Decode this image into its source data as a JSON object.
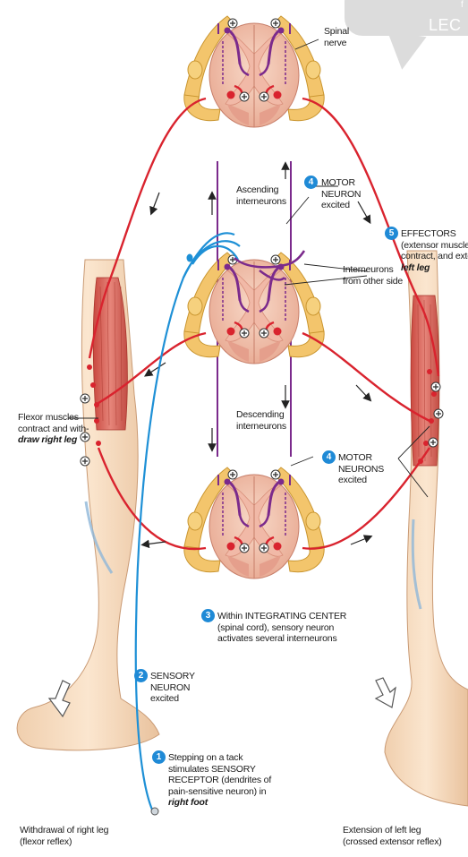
{
  "bubble": {
    "text": "LEC",
    "small": "f"
  },
  "labels": {
    "spinal_nerve": [
      "Spinal",
      "nerve"
    ],
    "ascending": [
      "Ascending",
      "interneurons"
    ],
    "descending": [
      "Descending",
      "interneurons"
    ],
    "interneurons_other": [
      "Interneurons",
      "from other side"
    ],
    "motor_neuron_top": [
      "MOTOR",
      "NEURON",
      "excited"
    ],
    "effectors": [
      "EFFECTORS",
      "(extensor muscles)",
      "contract, and extend",
      "left leg"
    ],
    "flexor": [
      "Flexor muscles",
      "contract and with-",
      "draw right leg"
    ],
    "motor_neurons_mid": [
      "MOTOR",
      "NEURONS",
      "excited"
    ],
    "integrating": [
      "Within INTEGRATING CENTER",
      "(spinal cord), sensory neuron",
      "activates several interneurons"
    ],
    "sensory": [
      "SENSORY",
      "NEURON",
      "excited"
    ],
    "stimulus": [
      "Stepping on a tack",
      "stimulates SENSORY",
      "RECEPTOR (dendrites of",
      "pain-sensitive neuron) in",
      "right foot"
    ],
    "withdrawal": [
      "Withdrawal of right leg",
      "(flexor reflex)"
    ],
    "extension": [
      "Extension of left leg",
      "(crossed extensor reflex)"
    ]
  },
  "steps": {
    "s1": "1",
    "s2": "2",
    "s3": "3",
    "s4a": "4",
    "s4b": "4",
    "s5": "5"
  },
  "colors": {
    "motor": "#d9232e",
    "sensory": "#1e90d6",
    "interneuron": "#7b2a8c",
    "nerve_yellow": "#f2c46a",
    "cord": "#f3c6b3",
    "grey_matter": "#e9a797",
    "skin": "#f7dcc0",
    "muscle": "#d96a5a",
    "badge": "#1f8ad6"
  }
}
